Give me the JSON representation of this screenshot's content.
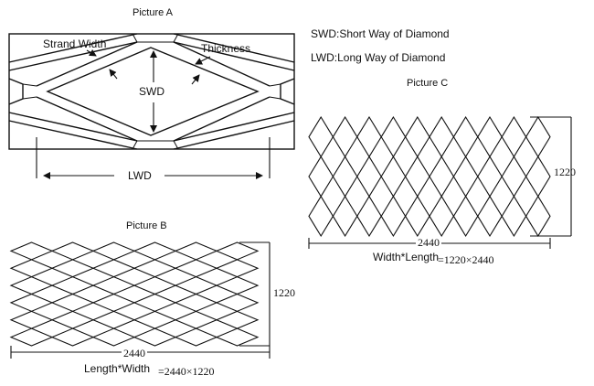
{
  "legend": {
    "swd": "SWD:Short Way of Diamond",
    "lwd": "LWD:Long Way of Diamond"
  },
  "picture_a": {
    "title": "Picture A",
    "strand_width": "Strand Width",
    "thickness": "Thickness",
    "swd": "SWD",
    "lwd": "LWD"
  },
  "picture_b": {
    "title": "Picture B",
    "width_dim": "2440",
    "height_dim": "1220",
    "caption_text": "Length*Width",
    "caption_value": "=2440×1220"
  },
  "picture_c": {
    "title": "Picture C",
    "width_dim": "2440",
    "height_dim": "1220",
    "caption_text": "Width*Length",
    "caption_value": "=1220×2440"
  }
}
